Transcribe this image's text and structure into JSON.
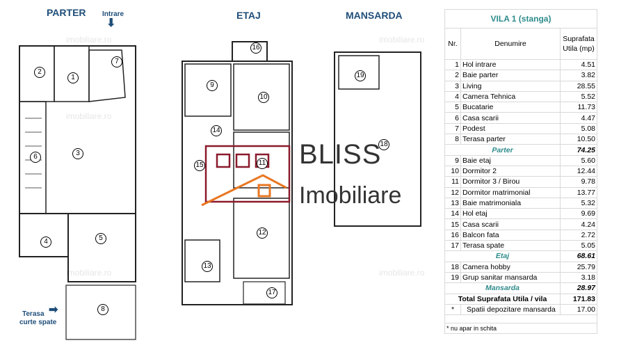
{
  "headings": {
    "parter": "PARTER",
    "etaj": "ETAJ",
    "mansarda": "MANSARDA"
  },
  "annotations": {
    "intrare": "Intrare",
    "terasa": "Terasa",
    "curte_spate": "curte spate"
  },
  "watermark": "imobiliare.ro",
  "logo": {
    "line1": "BLISS",
    "line2": "Imobiliare",
    "color": "#8b1a2b",
    "accent": "#e87722"
  },
  "rooms": {
    "parter": [
      "1",
      "2",
      "3",
      "4",
      "5",
      "6",
      "7",
      "8"
    ],
    "etaj": [
      "9",
      "10",
      "11",
      "12",
      "13",
      "14",
      "15",
      "16",
      "17"
    ],
    "mansarda": [
      "18",
      "19"
    ]
  },
  "table": {
    "title": "VILA 1 (stanga)",
    "headers": {
      "nr": "Nr.",
      "name": "Denumire",
      "area": "Suprafata Utila (mp)"
    },
    "rows": [
      {
        "nr": "1",
        "name": "Hol intrare",
        "area": "4.51"
      },
      {
        "nr": "2",
        "name": "Baie parter",
        "area": "3.82"
      },
      {
        "nr": "3",
        "name": "Living",
        "area": "28.55"
      },
      {
        "nr": "4",
        "name": "Camera Tehnica",
        "area": "5.52"
      },
      {
        "nr": "5",
        "name": "Bucatarie",
        "area": "11.73"
      },
      {
        "nr": "6",
        "name": "Casa scarii",
        "area": "4.47"
      },
      {
        "nr": "7",
        "name": "Podest",
        "area": "5.08"
      },
      {
        "nr": "8",
        "name": "Terasa parter",
        "area": "10.50"
      },
      {
        "nr": "9",
        "name": "Baie etaj",
        "area": "5.60"
      },
      {
        "nr": "10",
        "name": "Dormitor 2",
        "area": "12.44"
      },
      {
        "nr": "11",
        "name": "Dormitor 3 / Birou",
        "area": "9.78"
      },
      {
        "nr": "12",
        "name": "Dormitor matrimonial",
        "area": "13.77"
      },
      {
        "nr": "13",
        "name": "Baie matrimoniala",
        "area": "5.32"
      },
      {
        "nr": "14",
        "name": "Hol etaj",
        "area": "9.69"
      },
      {
        "nr": "15",
        "name": "Casa scarii",
        "area": "4.24"
      },
      {
        "nr": "16",
        "name": "Balcon fata",
        "area": "2.72"
      },
      {
        "nr": "17",
        "name": "Terasa spate",
        "area": "5.05"
      },
      {
        "nr": "18",
        "name": "Camera hobby",
        "area": "25.79"
      },
      {
        "nr": "19",
        "name": "Grup sanitar mansarda",
        "area": "3.18"
      }
    ],
    "subtotals": {
      "parter": {
        "label": "Parter",
        "value": "74.25"
      },
      "etaj": {
        "label": "Etaj",
        "value": "68.61"
      },
      "mansarda": {
        "label": "Mansarda",
        "value": "28.97"
      }
    },
    "total": {
      "label": "Total Suprafata Utila / vila",
      "value": "171.83"
    },
    "extra": {
      "mark": "*",
      "name": "Spatii depozitare mansarda",
      "area": "17.00"
    },
    "footnote": "* nu apar in schita"
  }
}
